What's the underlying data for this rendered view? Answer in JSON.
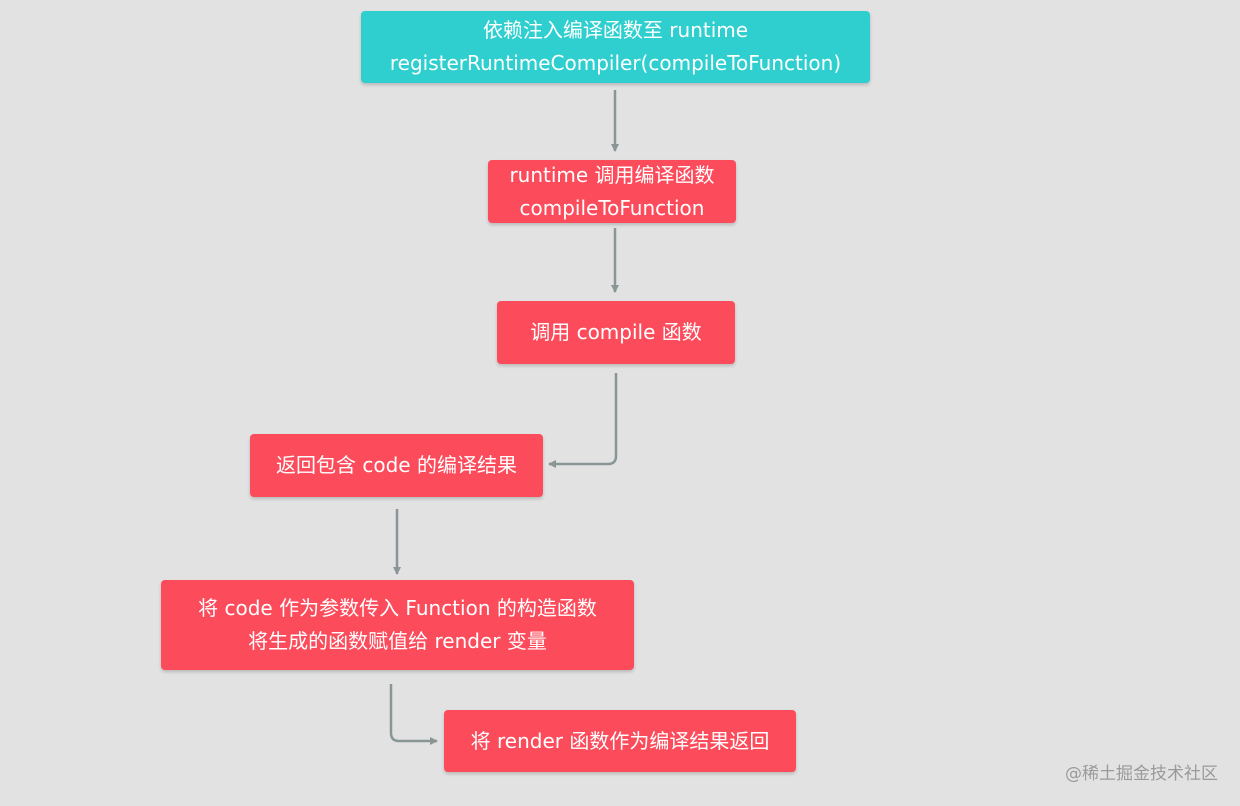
{
  "nodes": {
    "inject": {
      "line1": "依赖注入编译函数至 runtime",
      "line2": "registerRuntimeCompiler(compileToFunction)"
    },
    "call_compile_to_function": {
      "line1": "runtime 调用编译函数",
      "line2": "compileToFunction"
    },
    "call_compile": {
      "line1": "调用 compile 函数"
    },
    "return_code": {
      "line1": "返回包含 code 的编译结果"
    },
    "function_constructor": {
      "line1": "将 code 作为参数传入 Function 的构造函数",
      "line2": "将生成的函数赋值给 render 变量"
    },
    "return_render": {
      "line1": "将 render 函数作为编译结果返回"
    }
  },
  "watermark": "@稀土掘金技术社区",
  "colors": {
    "background": "#e2e2e2",
    "teal_node": "#2fcfcf",
    "red_node": "#fc4b5b",
    "connector": "#8a9596",
    "text": "#ffffff"
  }
}
